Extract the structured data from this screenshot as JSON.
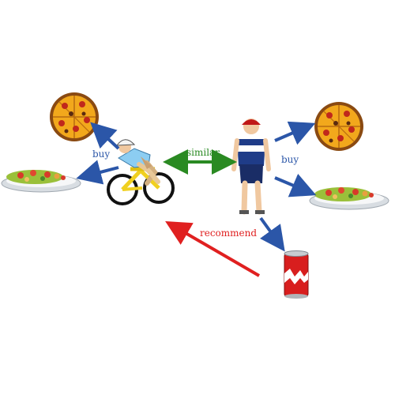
{
  "labels": {
    "buy_left": "buy",
    "buy_right": "buy",
    "similar": "similar",
    "recommend": "recommend"
  },
  "colors": {
    "buy_arrow": "#2b56a8",
    "buy_text": "#2b56a8",
    "similar_arrow": "#2a8a22",
    "similar_text": "#2a8a22",
    "recommend_arrow": "#e02020",
    "recommend_text": "#e02020"
  },
  "icons": [
    "pizza-icon",
    "salad-plate-icon",
    "cyclist-on-bike-icon",
    "cyclist-standing-icon",
    "soda-can-icon"
  ]
}
